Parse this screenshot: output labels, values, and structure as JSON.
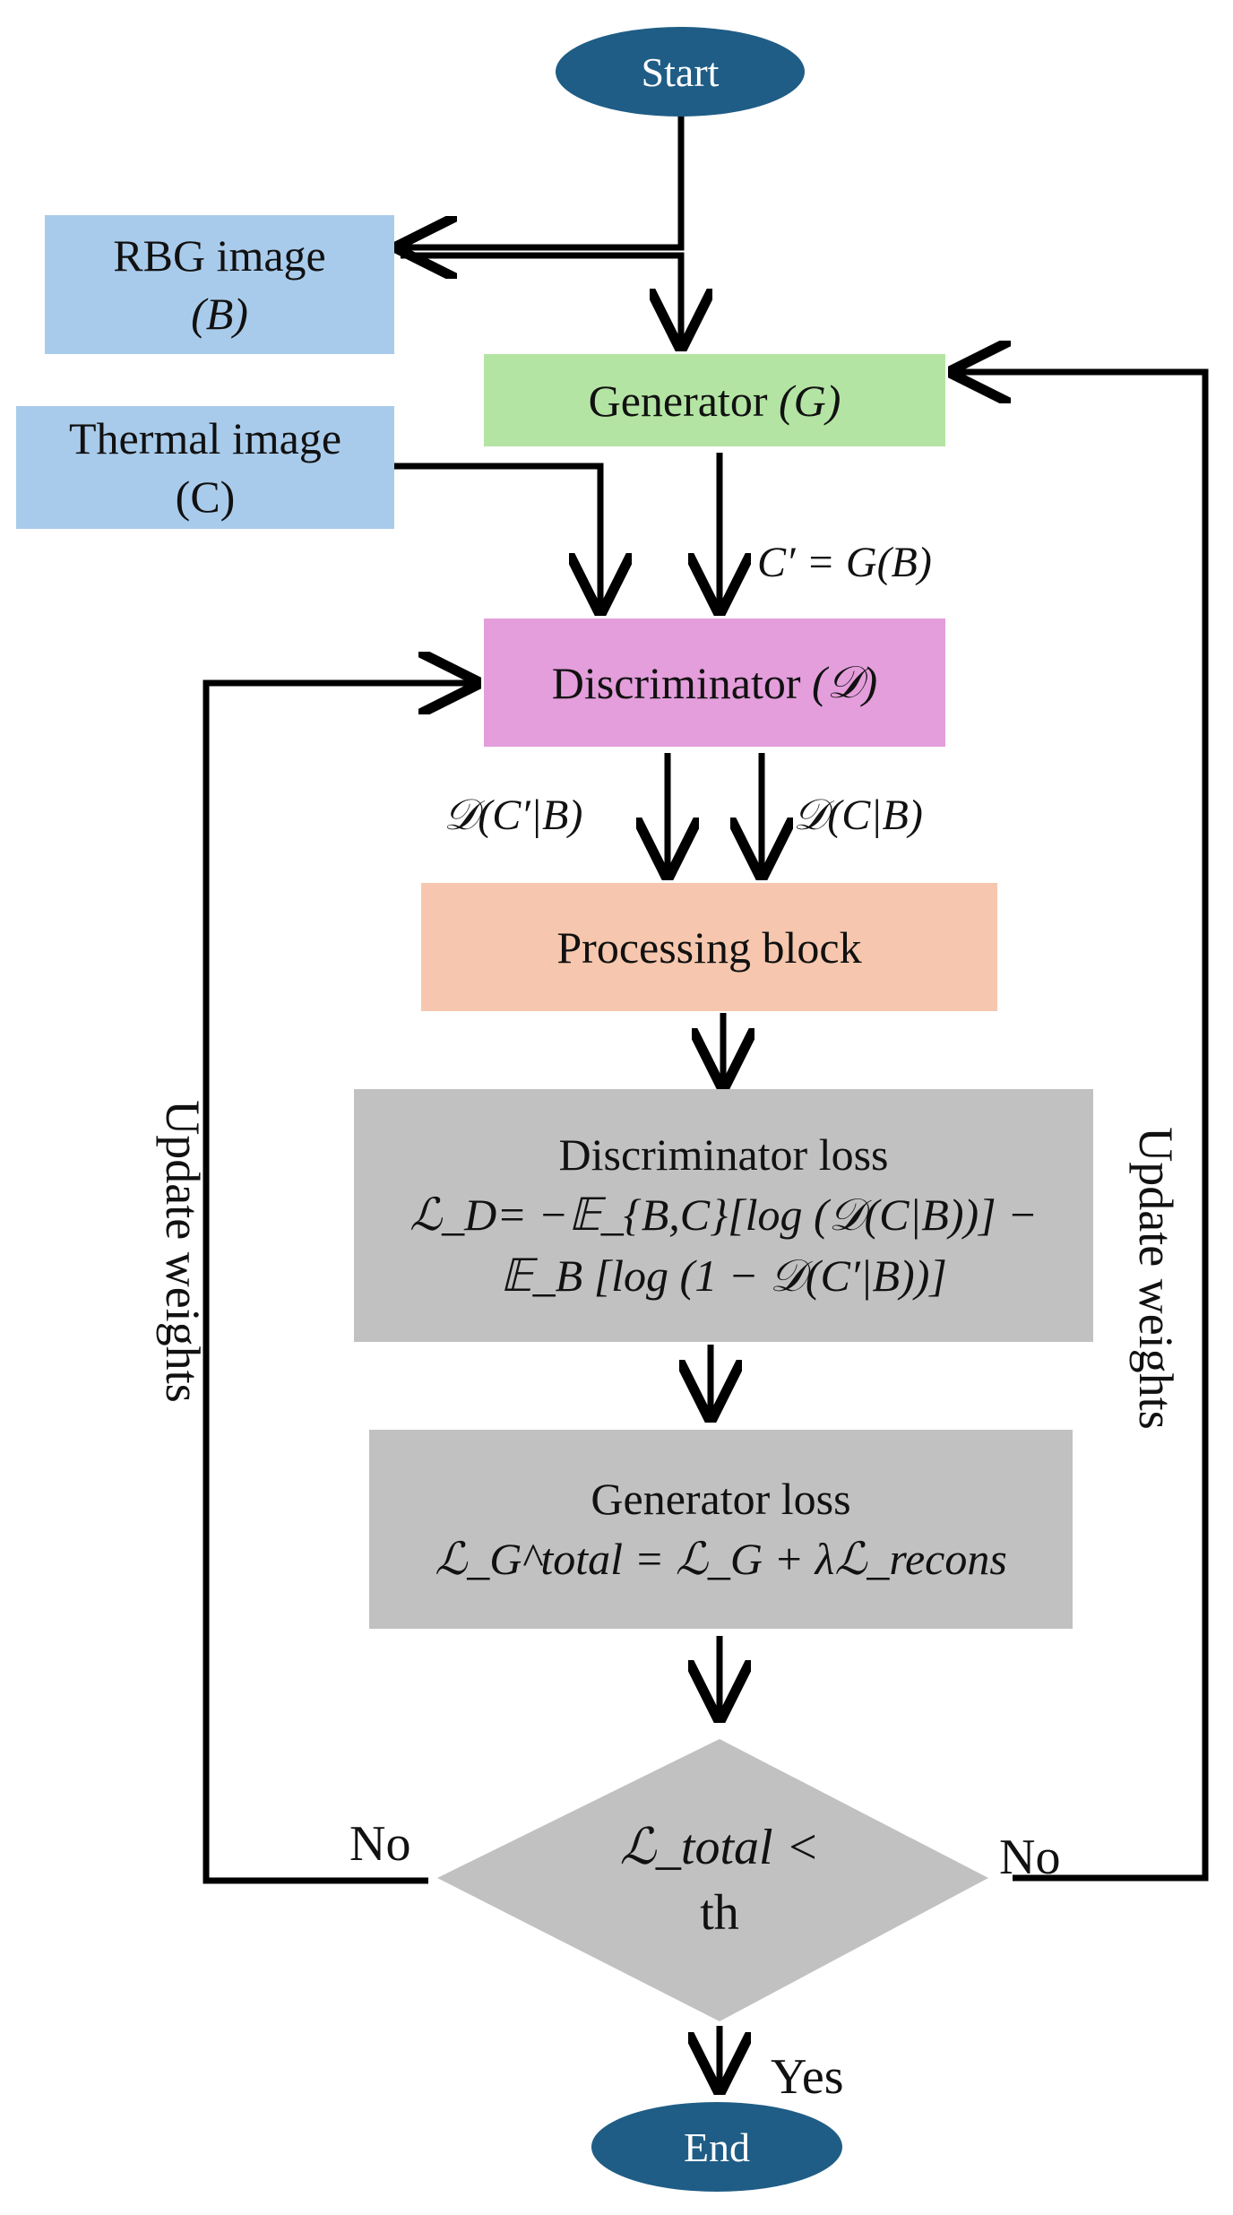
{
  "nodes": {
    "start": "Start",
    "end": "End",
    "rgb_image": {
      "title": "RBG image",
      "symbol": "(B)"
    },
    "thermal_image": {
      "title": "Thermal image",
      "symbol": "(C)"
    },
    "generator": {
      "title": "Generator",
      "symbol": "(G)"
    },
    "discriminator": {
      "title": "Discriminator",
      "symbol": "(𝒟)"
    },
    "processing": "Processing block",
    "discriminator_loss": {
      "title": "Discriminator loss",
      "line1": "ℒ_D= −𝔼_{B,C}[log (𝒟(C|B))] −",
      "line2": "𝔼_B [log (1 − 𝒟(C′|B))]"
    },
    "generator_loss": {
      "title": "Generator loss",
      "formula": "ℒ_G^total = ℒ_G + λℒ_recons"
    },
    "decision": {
      "line1": "ℒ_total <",
      "line2": "th"
    }
  },
  "edges": {
    "generated_label": "C′ = G(B)",
    "d_fake_label": "𝒟(C′|B)",
    "d_real_label": "𝒟(C|B)",
    "no_left": "No",
    "no_right": "No",
    "yes": "Yes",
    "update_left": "Update weights",
    "update_right": "Update weights"
  },
  "colors": {
    "terminal": "#1f5d86",
    "input": "#a9cbeb",
    "generator": "#b4e4a3",
    "discriminator": "#e39edb",
    "processing": "#f6c7ae",
    "loss": "#c1c1c1",
    "line": "#000000"
  }
}
